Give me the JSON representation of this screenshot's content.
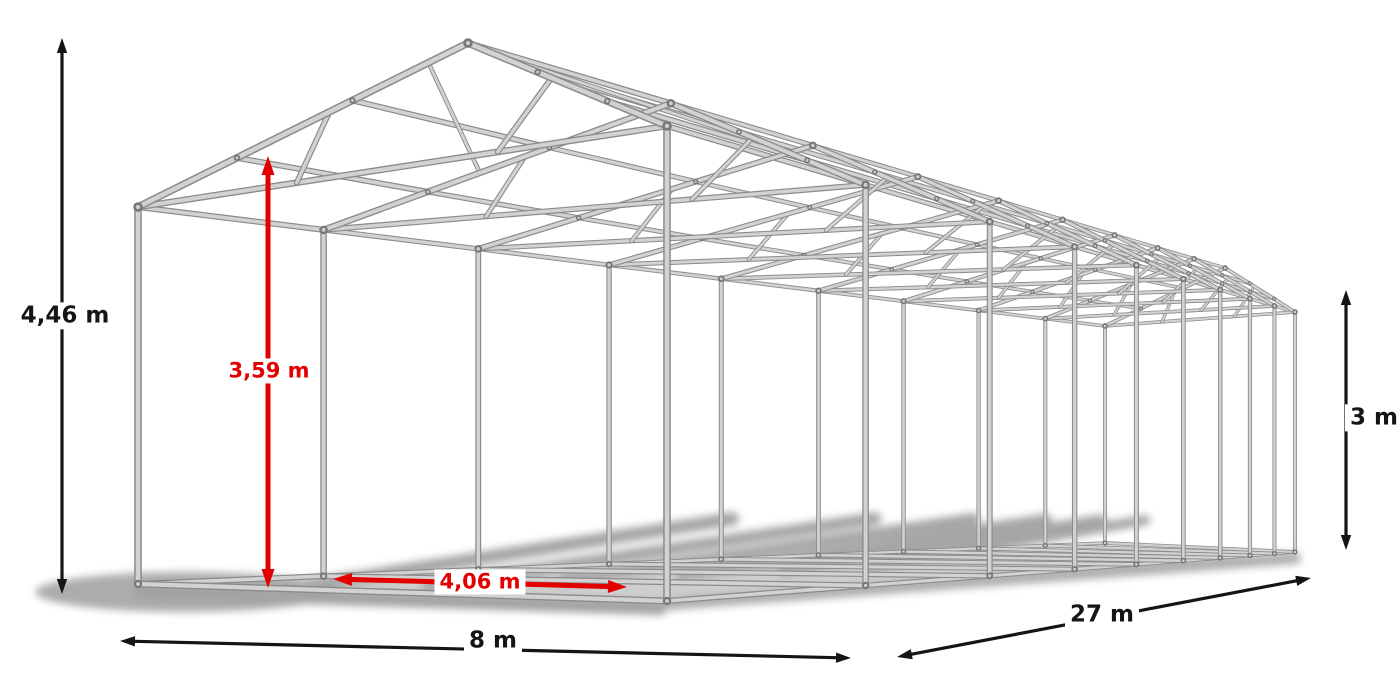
{
  "theme": {
    "background": "#ffffff",
    "text_color": "#151515",
    "accent_red": "#e30000",
    "tube_dark": "#8b8b8b",
    "tube_light": "#d2d2d2",
    "joint_color": "#787878",
    "shadow_color": "#a8a8a8"
  },
  "illustration": {
    "subject": "metal tent frame skeleton in perspective with ground shadow"
  },
  "dimensions": {
    "total_height": {
      "label": "4,46 m",
      "color": "black",
      "orientation": "vertical"
    },
    "entrance_height": {
      "label": "3,59 m",
      "color": "red",
      "orientation": "vertical"
    },
    "side_height": {
      "label": "3 m",
      "color": "black",
      "orientation": "vertical"
    },
    "entrance_width": {
      "label": "4,06 m",
      "color": "red",
      "orientation": "horizontal"
    },
    "width": {
      "label": "8 m",
      "color": "black",
      "orientation": "horizontal"
    },
    "length": {
      "label": "27 m",
      "color": "black",
      "orientation": "diagonal"
    }
  }
}
